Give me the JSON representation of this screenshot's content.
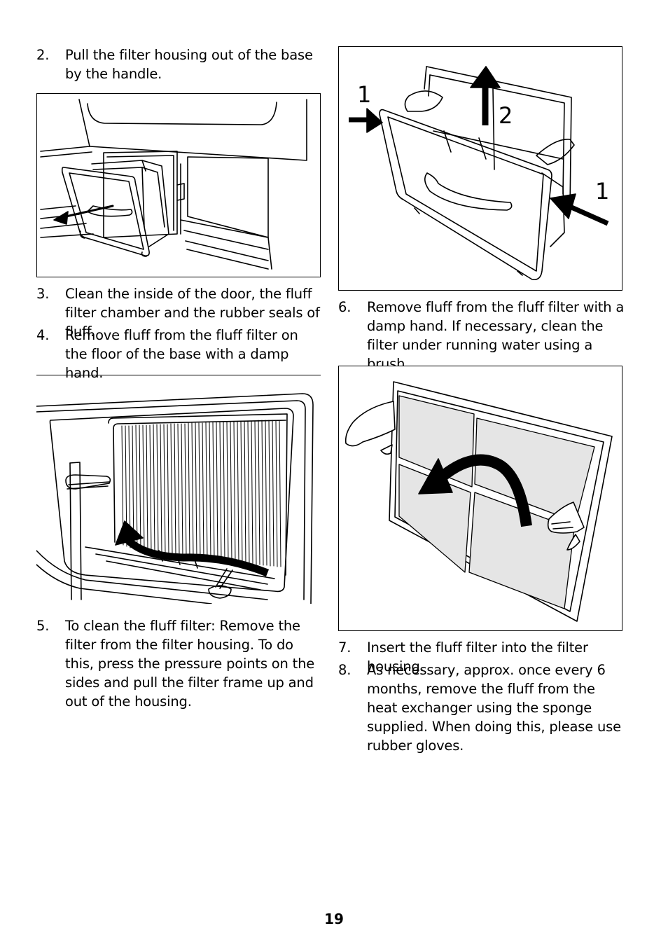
{
  "steps": [
    {
      "num": "2.",
      "text": "Pull the filter housing out of the base by the handle."
    },
    {
      "num": "3.",
      "text": "Clean the inside of the door, the fluff filter chamber and the rubber seals of fluff."
    },
    {
      "num": "4.",
      "text": "Remove fluff from the fluff filter on the floor of the base with a damp hand."
    },
    {
      "num": "5.",
      "text": "To clean the fluff filter: Remove the filter from the filter housing. To do this, press the pressure points on the sides and pull the filter frame up and out of the housing."
    },
    {
      "num": "6.",
      "text": "Remove fluff from the fluff filter with a damp hand. If necessary, clean the filter under running water using a brush."
    },
    {
      "num": "7.",
      "text": "Insert the fluff filter into the filter housing."
    },
    {
      "num": "8.",
      "text": "As necessary, approx. once every 6 months, remove the fluff from the heat exchanger using the sponge supplied. When doing this, please use rubber gloves."
    }
  ],
  "figure_labels": {
    "press_left": "1",
    "lift": "2",
    "press_right": "1"
  },
  "page_number": "19"
}
